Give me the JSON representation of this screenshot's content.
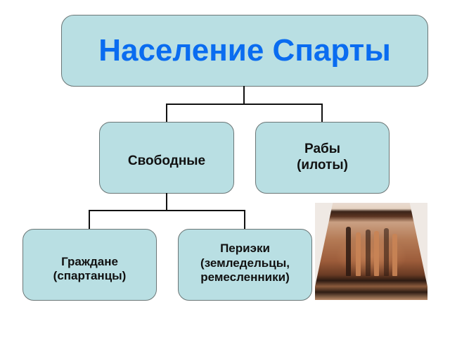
{
  "diagram": {
    "title": "Население Спарты",
    "title_color": "#0a6cf0",
    "node_fill": "#b9dfe3",
    "node_border": "#6b7676",
    "connector_color": "#111111",
    "nodes": {
      "free": "Свободные",
      "slaves": "Рабы\n(илоты)",
      "citizens": "Граждане\n(спартанцы)",
      "perioikoi": "Периэки\n(земледельцы,\nремесленники)"
    },
    "edges": [
      {
        "from": "Население Спарты",
        "to": "Свободные"
      },
      {
        "from": "Население Спарты",
        "to": "Рабы (илоты)"
      },
      {
        "from": "Свободные",
        "to": "Граждане (спартанцы)"
      },
      {
        "from": "Свободные",
        "to": "Периэки (земледельцы, ремесленники)"
      }
    ]
  },
  "illustration": {
    "subject": "ancient-greek-vase-painting-warriors"
  }
}
